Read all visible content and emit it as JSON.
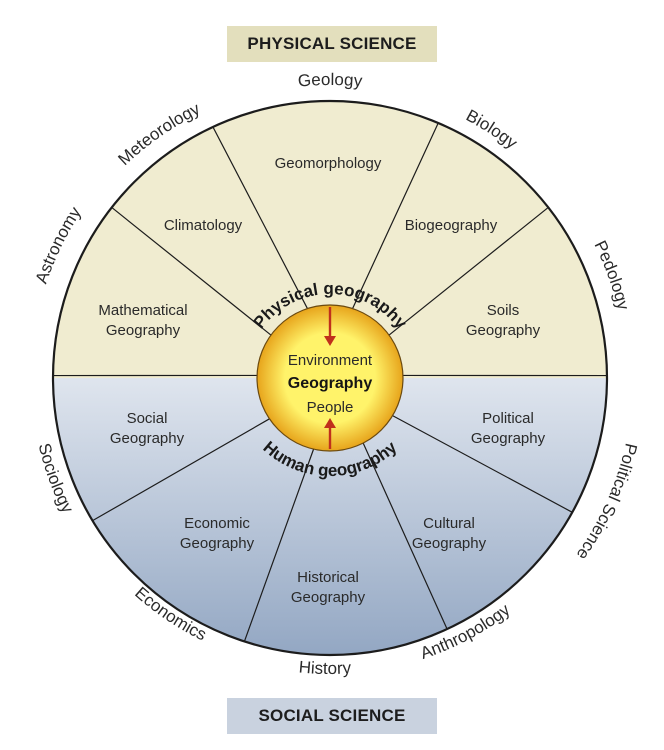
{
  "banners": {
    "top": "PHYSICAL SCIENCE",
    "bottom": "SOCIAL SCIENCE"
  },
  "ring": {
    "physical": "Physical geography",
    "human": "Human geography"
  },
  "core": {
    "top": "Environment",
    "middle": "Geography",
    "bottom": "People"
  },
  "physical_segments": [
    {
      "lines": [
        "Mathematical",
        "Geography"
      ]
    },
    {
      "lines": [
        "Climatology"
      ]
    },
    {
      "lines": [
        "Geomorphology"
      ]
    },
    {
      "lines": [
        "Biogeography"
      ]
    },
    {
      "lines": [
        "Soils",
        "Geography"
      ]
    }
  ],
  "human_segments": [
    {
      "lines": [
        "Social",
        "Geography"
      ]
    },
    {
      "lines": [
        "Economic",
        "Geography"
      ]
    },
    {
      "lines": [
        "Historical",
        "Geography"
      ]
    },
    {
      "lines": [
        "Cultural",
        "Geography"
      ]
    },
    {
      "lines": [
        "Political",
        "Geography"
      ]
    }
  ],
  "outer_disciplines": [
    {
      "label": "Geology"
    },
    {
      "label": "Biology"
    },
    {
      "label": "Pedology"
    },
    {
      "label": "Political Science"
    },
    {
      "label": "Anthropology"
    },
    {
      "label": "History"
    },
    {
      "label": "Economics"
    },
    {
      "label": "Sociology"
    },
    {
      "label": "Astronomy"
    },
    {
      "label": "Meteorology"
    }
  ],
  "colors": {
    "banner_top": "#e3dfbd",
    "banner_bottom": "#c9d2df",
    "physical_fill": "#f0ecd0",
    "human_top": "#dfe5ee",
    "human_bottom": "#93a7c3",
    "outline": "#1c1c1c",
    "core_outer": "#e7a41b",
    "core_inner": "#fff36a",
    "arrow": "#c0301c"
  }
}
